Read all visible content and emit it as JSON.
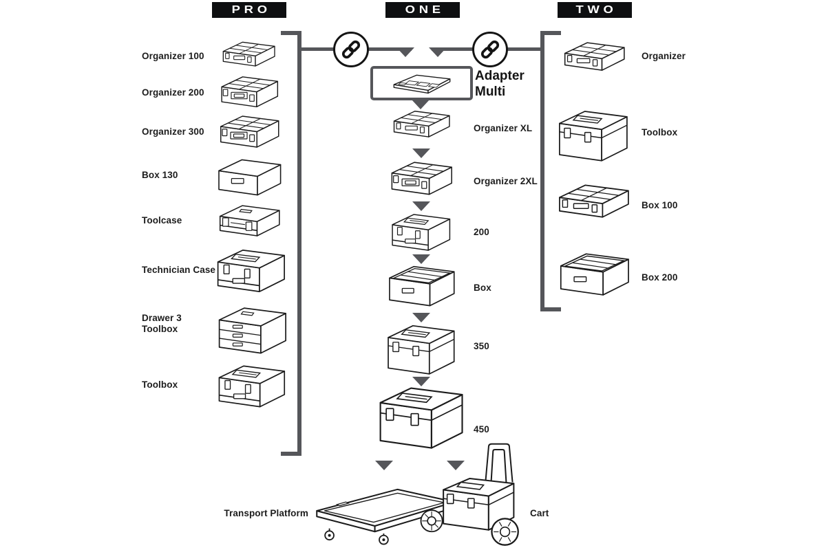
{
  "headers": {
    "pro": "PRO",
    "one": "ONE",
    "two": "TWO"
  },
  "pro": {
    "items": [
      {
        "label": "Organizer 100"
      },
      {
        "label": "Organizer 200"
      },
      {
        "label": "Organizer 300"
      },
      {
        "label": "Box 130"
      },
      {
        "label": "Toolcase"
      },
      {
        "label": "Technician Case"
      },
      {
        "label": "Drawer 3 Toolbox"
      },
      {
        "label": "Toolbox"
      }
    ]
  },
  "one": {
    "adapter_label": "Adapter Multi",
    "items": [
      {
        "label": "Organizer XL"
      },
      {
        "label": "Organizer 2XL"
      },
      {
        "label": "200"
      },
      {
        "label": "Box"
      },
      {
        "label": "350"
      },
      {
        "label": "450"
      },
      {
        "label": "Transport Platform"
      },
      {
        "label": "Cart"
      }
    ]
  },
  "two": {
    "items": [
      {
        "label": "Organizer"
      },
      {
        "label": "Toolbox"
      },
      {
        "label": "Box 100"
      },
      {
        "label": "Box 200"
      }
    ]
  },
  "icons": {
    "link": "chain-link-icon"
  },
  "colors": {
    "background": "#ffffff",
    "connector_gray": "#55565a",
    "line_art": "#1b1b1b",
    "header_bg": "#0e0f11",
    "header_text": "#ffffff"
  }
}
